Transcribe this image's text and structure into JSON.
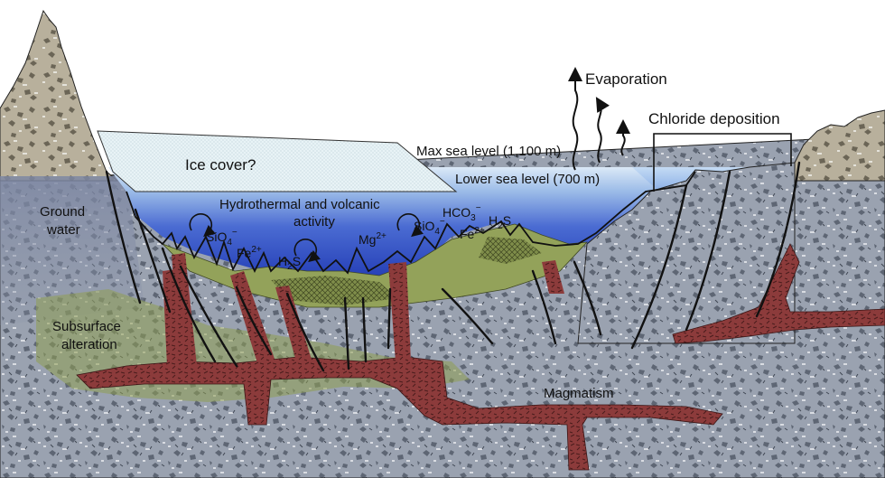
{
  "labels": {
    "evaporation": "Evaporation",
    "chloride_deposition": "Chloride deposition",
    "max_sea_level": "Max sea level (1,100 m)",
    "lower_sea_level": "Lower sea level (700 m)",
    "ice_cover": "Ice cover?",
    "hydrothermal_line1": "Hydrothermal and volcanic",
    "hydrothermal_line2": "activity",
    "ground_water_line1": "Ground",
    "ground_water_line2": "water",
    "subsurface_line1": "Subsurface",
    "subsurface_line2": "alteration",
    "magmatism": "Magmatism"
  },
  "species": {
    "sio4_left": {
      "base": "SiO",
      "sub": "4",
      "sup": "−"
    },
    "fe_left": {
      "base": "Fe",
      "sup": "2+"
    },
    "h2s_left": {
      "base": "H",
      "sub": "2",
      "tail": "S"
    },
    "mg": {
      "base": "Mg",
      "sup": "2+"
    },
    "sio4_right": {
      "base": "SiO",
      "sub": "4",
      "sup": "−"
    },
    "hco3": {
      "base": "HCO",
      "sub": "3",
      "sup": "−"
    },
    "h2s_right": {
      "base": "H",
      "sub": "2",
      "tail": "S"
    },
    "fe_right": {
      "base": "Fe",
      "sup": "2+"
    }
  },
  "colors": {
    "rock": "#9ea6b4",
    "mountain": "#b9b19e",
    "groundwater": "#8892a8",
    "ocean_deep": "#2f4cc2",
    "ocean_shallow": "#c8ddf4",
    "ice": "#e6f2f6",
    "alteration": "#8f9f52",
    "magma": "#8c3b3b"
  }
}
